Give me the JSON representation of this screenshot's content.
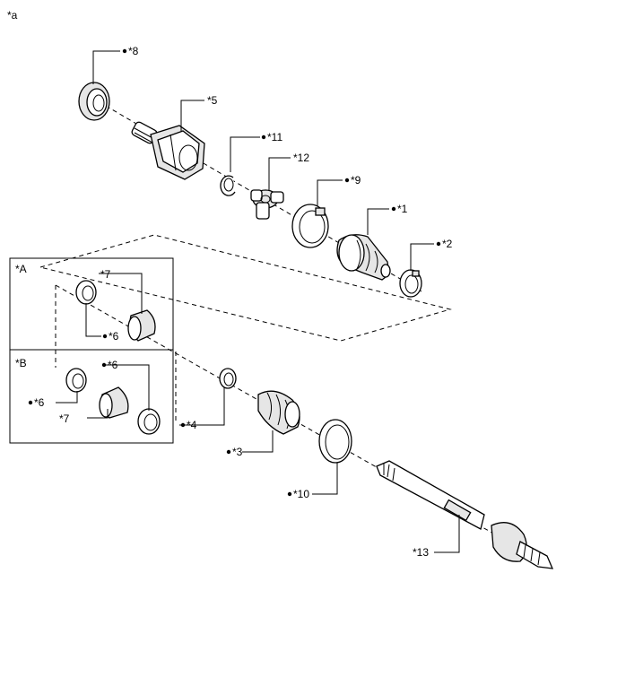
{
  "corner_label": "*a",
  "callouts": [
    {
      "id": "8",
      "text": "*8",
      "bullet": true
    },
    {
      "id": "5",
      "text": "*5",
      "bullet": false
    },
    {
      "id": "11",
      "text": "*11",
      "bullet": true
    },
    {
      "id": "12",
      "text": "*12",
      "bullet": false
    },
    {
      "id": "9",
      "text": "*9",
      "bullet": true
    },
    {
      "id": "1",
      "text": "*1",
      "bullet": true
    },
    {
      "id": "2",
      "text": "*2",
      "bullet": true
    },
    {
      "id": "A7",
      "text": "*7",
      "bullet": false
    },
    {
      "id": "A6",
      "text": "*6",
      "bullet": true
    },
    {
      "id": "B6a",
      "text": "*6",
      "bullet": true
    },
    {
      "id": "B6b",
      "text": "*6",
      "bullet": true
    },
    {
      "id": "B7",
      "text": "*7",
      "bullet": false
    },
    {
      "id": "4",
      "text": "*4",
      "bullet": true
    },
    {
      "id": "3",
      "text": "*3",
      "bullet": true
    },
    {
      "id": "10",
      "text": "*10",
      "bullet": true
    },
    {
      "id": "13",
      "text": "*13",
      "bullet": false
    }
  ],
  "insets": {
    "a_label": "*A",
    "b_label": "*B"
  },
  "colors": {
    "line": "#000000",
    "background": "#ffffff",
    "shade": "#e6e6e6"
  }
}
